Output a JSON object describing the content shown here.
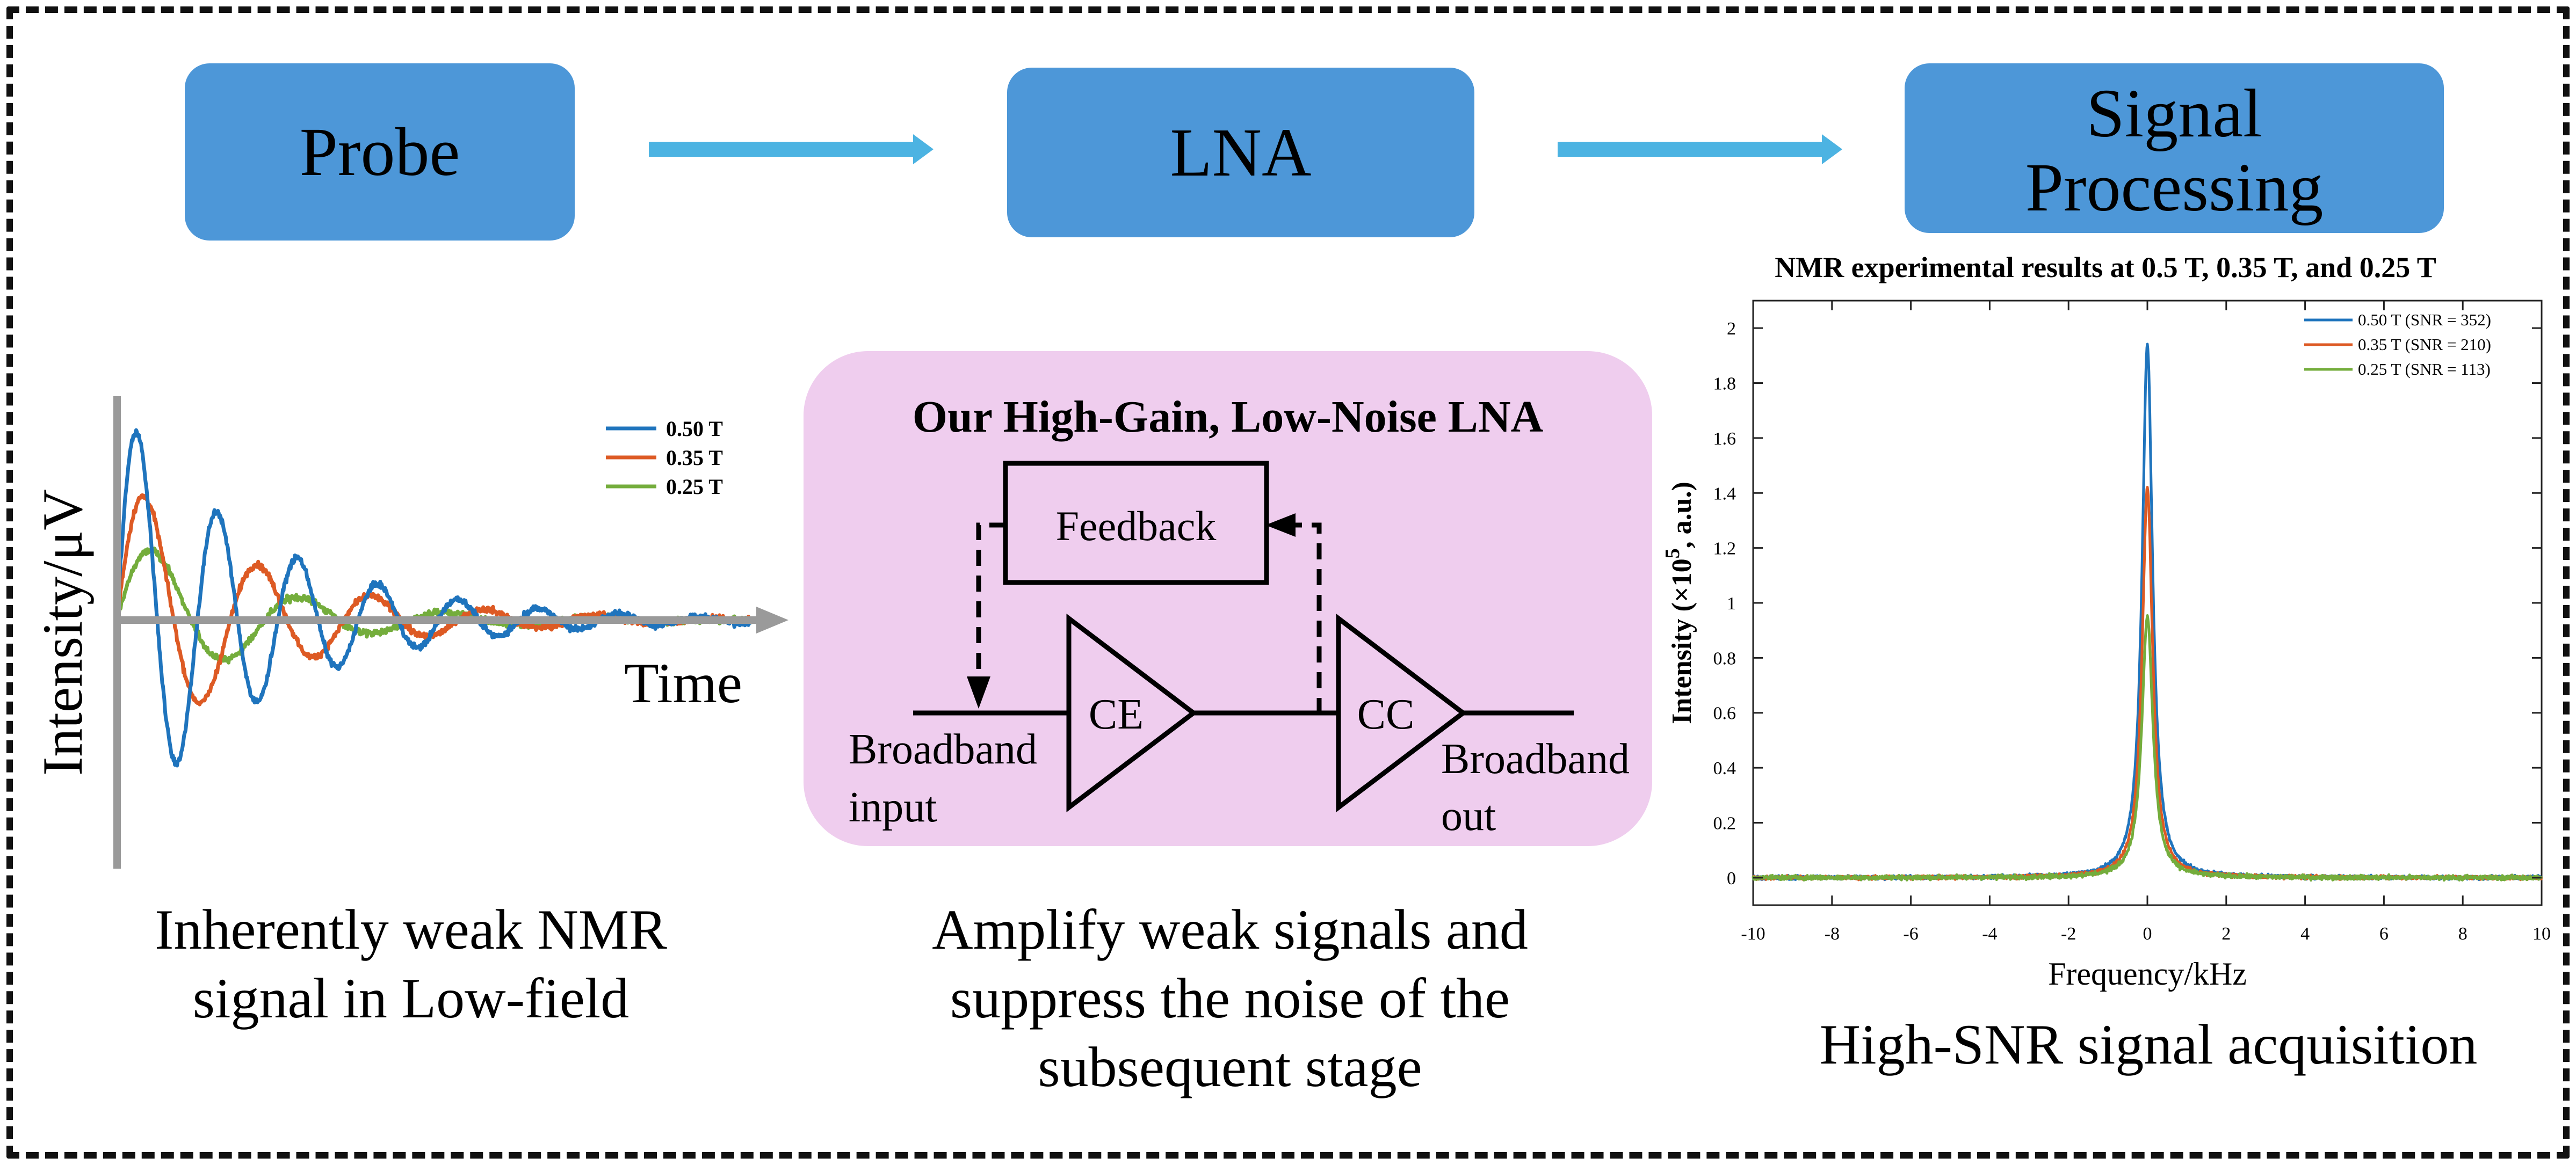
{
  "stages": {
    "probe": "Probe",
    "lna": "LNA",
    "signal_processing": [
      "Signal",
      "Processing"
    ]
  },
  "left_panel": {
    "y_axis_label": "Intensity/μV",
    "x_axis_label": "Time",
    "caption": [
      "Inherently weak NMR",
      "signal in Low-field"
    ]
  },
  "lna_panel": {
    "title": "Our High-Gain, Low-Noise LNA",
    "feedback": "Feedback",
    "ce": "CE",
    "cc": "CC",
    "input_label": [
      "Broadband",
      "input"
    ],
    "output_label": [
      "Broadband",
      "out"
    ],
    "caption": [
      "Amplify weak signals and",
      "suppress the noise of the",
      "subsequent stage"
    ]
  },
  "right_panel": {
    "caption": "High-SNR signal acquisition"
  },
  "colors": {
    "stage_box": "#4d97d8",
    "arrow": "#4cb3e2",
    "lna_panel_bg": "#efcdee",
    "series_050": "#1f74bd",
    "series_035": "#dd5a24",
    "series_025": "#74ad3c",
    "axis_arrow": "#9a9a9a"
  },
  "chart_data": [
    {
      "type": "line",
      "title": "",
      "xlabel": "Time",
      "ylabel": "Intensity/μV",
      "grid": false,
      "legend_position": "top-right",
      "series": [
        {
          "name": "0.50 T",
          "color": "#1f74bd",
          "peak_amplitude": 1.0,
          "decay_time": 0.23,
          "oscillation_cycles": 7.9
        },
        {
          "name": "0.35 T",
          "color": "#dd5a24",
          "peak_amplitude": 0.7,
          "decay_time": 0.22,
          "oscillation_cycles": 5.6
        },
        {
          "name": "0.25 T",
          "color": "#74ad3c",
          "peak_amplitude": 0.42,
          "decay_time": 0.21,
          "oscillation_cycles": 4.3
        }
      ]
    },
    {
      "type": "line",
      "title": "NMR experimental results at 0.5 T, 0.35 T, and 0.25 T",
      "xlabel": "Frequency/kHz",
      "ylabel_parts": [
        "Intensity (",
        "×10",
        "5",
        ", a.u.)"
      ],
      "xlim": [
        -10,
        10
      ],
      "ylim": [
        -0.1,
        2.1
      ],
      "x_ticks": [
        -10,
        -8,
        -6,
        -4,
        -2,
        0,
        2,
        4,
        6,
        8,
        10
      ],
      "y_ticks": [
        "0",
        "0.2",
        "0.4",
        "0.6",
        "0.8",
        "1",
        "1.2",
        "1.4",
        "1.6",
        "1.8",
        "2"
      ],
      "grid": false,
      "legend_position": "top-right",
      "series": [
        {
          "name": "0.50 T (SNR = 352)",
          "color": "#1f74bd",
          "peak": 1.94,
          "half_width_khz": 0.16,
          "noise": 0.01
        },
        {
          "name": "0.35 T (SNR = 210)",
          "color": "#dd5a24",
          "peak": 1.42,
          "half_width_khz": 0.16,
          "noise": 0.01
        },
        {
          "name": "0.25 T (SNR = 113)",
          "color": "#74ad3c",
          "peak": 0.95,
          "half_width_khz": 0.17,
          "noise": 0.012
        }
      ]
    }
  ]
}
